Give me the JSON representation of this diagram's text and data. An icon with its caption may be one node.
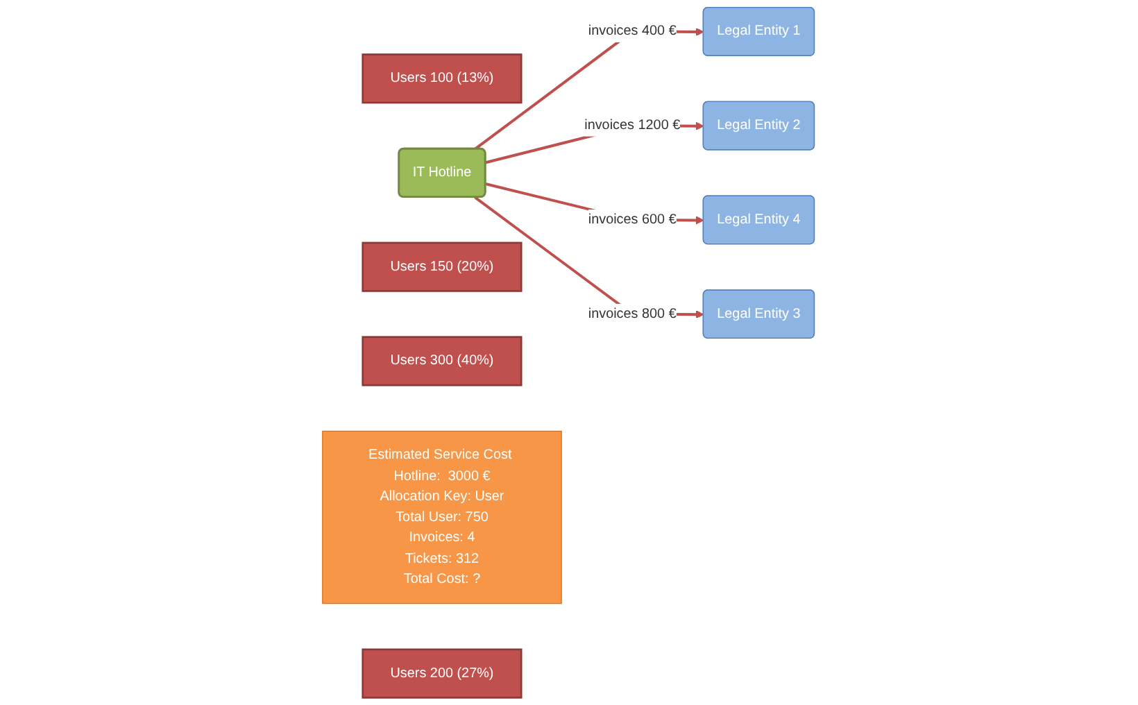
{
  "diagram": {
    "nodes": [
      {
        "text": [
          "Users 100 (13%)"
        ]
      },
      {
        "text": [
          "Legal Entity 1"
        ]
      },
      {
        "text": [
          "Legal Entity 4"
        ]
      },
      {
        "text": [
          "IT Hotline"
        ]
      },
      {
        "text": [
          "Legal Entity 2"
        ]
      },
      {
        "text": [
          "Users 150 (20%)"
        ]
      },
      {
        "text": [
          "Users 300 (40%)"
        ]
      },
      {
        "text": [
          "Legal Entity 3"
        ]
      },
      {
        "text": [
          "Estimated Service Cost Hotline:  3000 €",
          "Allocation Key: User",
          "Total User: 750",
          "Invoices: 4",
          "Tickets: 312",
          "Total Cost: ?"
        ]
      },
      {
        "text": [
          "Users 200 (27%)"
        ]
      }
    ],
    "edges": [
      {
        "from": 3,
        "to": 1,
        "arrow": "to",
        "label": "invoices 400 €"
      },
      {
        "from": 3,
        "to": 4,
        "arrow": "to",
        "label": "invoices 1200 €"
      },
      {
        "from": 3,
        "to": 2,
        "arrow": "to",
        "label": "invoices 600 €"
      },
      {
        "from": 3,
        "to": 7,
        "arrow": "to",
        "label": "invoices 800 €"
      }
    ]
  }
}
